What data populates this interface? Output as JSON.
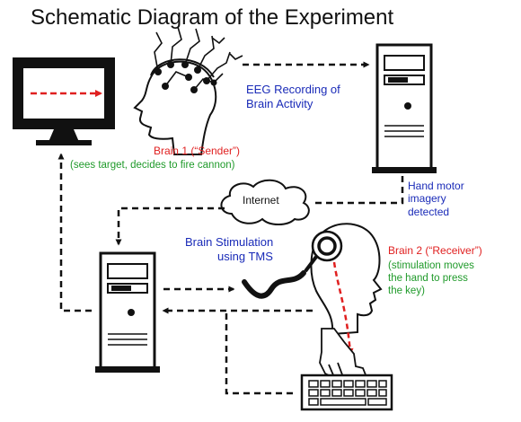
{
  "title": "Schematic Diagram of the Experiment",
  "labels": {
    "eeg": [
      "EEG Recording of",
      "Brain Activity"
    ],
    "brain1_name": "Brain 1 (“Sender”)",
    "brain1_desc": "(sees target, decides to fire cannon)",
    "internet": "Internet",
    "hand_motor": [
      "Hand motor",
      "imagery",
      "detected"
    ],
    "stimulation": [
      "Brain Stimulation",
      "using TMS"
    ],
    "brain2_name": "Brain 2 (“Receiver”)",
    "brain2_desc": [
      "(stimulation moves",
      "the hand to press",
      "the key)"
    ]
  },
  "colors": {
    "stroke": "#111111",
    "arrow_red": "#e02020",
    "label_blue": "#1a2bb8",
    "label_red": "#e02020",
    "label_green": "#1f9a2a"
  },
  "icons": [
    "monitor-icon",
    "sender-head-icon",
    "eeg-cap-icon",
    "computer-tower-icon",
    "cloud-icon",
    "receiver-head-icon",
    "tms-coil-icon",
    "hand-icon",
    "keyboard-icon"
  ]
}
